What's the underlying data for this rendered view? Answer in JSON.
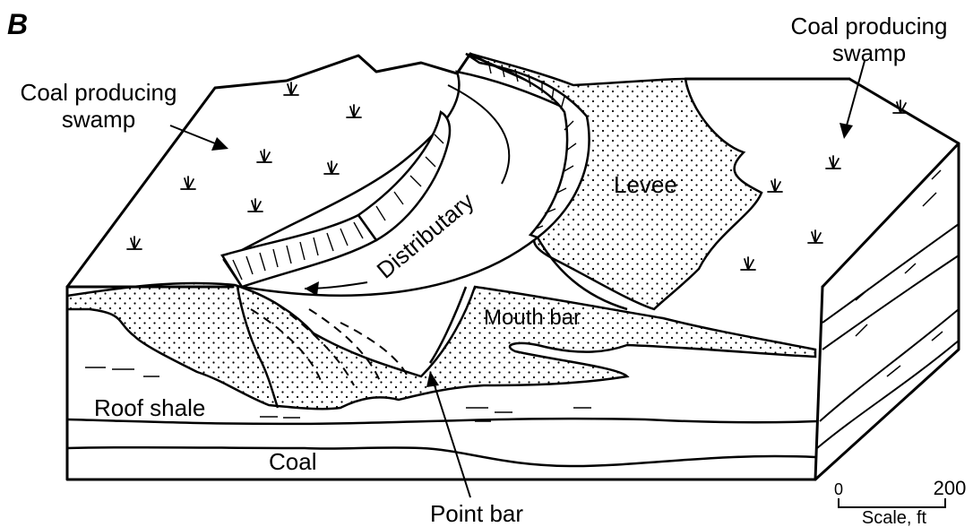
{
  "panel_letter": "B",
  "labels": {
    "coal_swamp_left_line1": "Coal producing",
    "coal_swamp_left_line2": "swamp",
    "coal_swamp_right_line1": "Coal producing",
    "coal_swamp_right_line2": "swamp",
    "levee": "Levee",
    "distributary": "Distributary",
    "mouth_bar": "Mouth bar",
    "roof_shale": "Roof shale",
    "coal": "Coal",
    "point_bar": "Point bar"
  },
  "scale": {
    "min": "0",
    "max": "200",
    "caption": "Scale, ft"
  }
}
